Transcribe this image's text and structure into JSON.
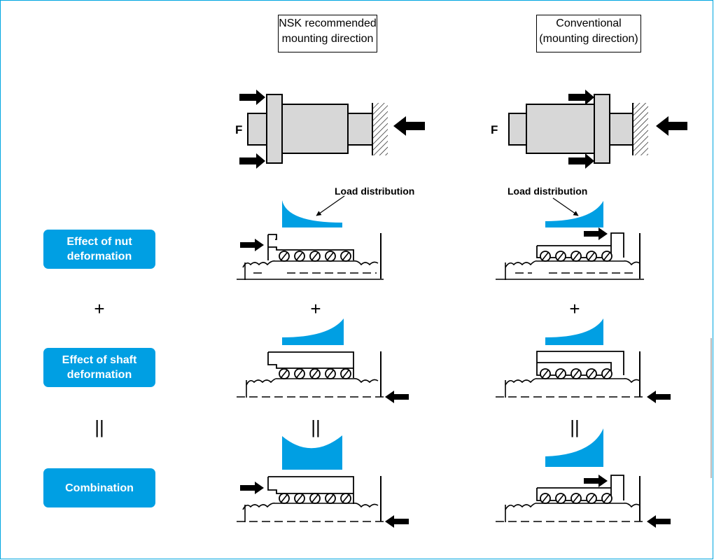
{
  "headers": {
    "left": {
      "line1": "NSK recommended",
      "line2": "mounting direction"
    },
    "right": {
      "line1": "Conventional",
      "line2": "(mounting direction)"
    }
  },
  "row_labels": {
    "nut": {
      "line1": "Effect of nut",
      "line2": "deformation"
    },
    "shaft": {
      "line1": "Effect of shaft",
      "line2": "deformation"
    },
    "combination": {
      "line1": "Combination"
    }
  },
  "operators": {
    "plus": "+",
    "equals": "||"
  },
  "force_label": "F",
  "annotation": "Load distribution",
  "colors": {
    "accent": "#009fe3",
    "frame": "#00a6e0",
    "part_fill": "#d7d7d7"
  }
}
